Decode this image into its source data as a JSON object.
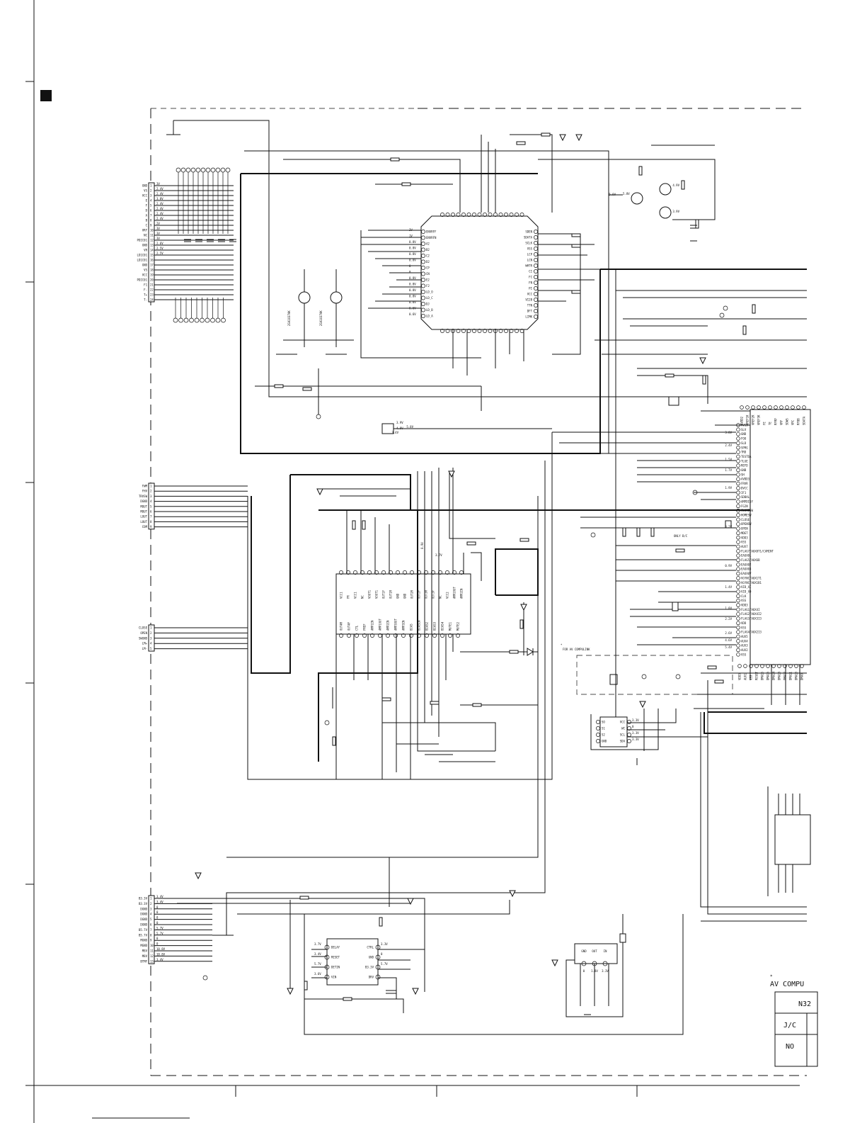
{
  "note": {
    "av_compulink_tag": "FOR AV COMPULINK",
    "only_tag": "ONLY B/C"
  },
  "connectors": {
    "pickup": [
      "GND",
      "VS",
      "VCC",
      "E",
      "F",
      "D",
      "A",
      "B",
      "C",
      "VRF",
      "NC",
      "PDIC01",
      "GND",
      "VR",
      "LD1C01",
      "LD1C01",
      "GND",
      "VS",
      "VCC",
      "PDIC01",
      "F1",
      "F-",
      "T+",
      "T-"
    ],
    "pickup_voltages": [
      "3V",
      "2.4V",
      "2.4V",
      "3.8V",
      "2.4V",
      "2.4V",
      "2.4V",
      "2.4V",
      "2V",
      "3V",
      "3V",
      "3V",
      "2.6V",
      "2.5V",
      "2.5V"
    ],
    "motor": [
      "FWM",
      "FHV",
      "TRVSW",
      "DGND",
      "MOUT",
      "MOUT",
      "LOUT",
      "LOUT",
      "COM"
    ],
    "tray": [
      "CLOSE",
      "OPEN",
      "SWGND",
      "LM+",
      "LM-"
    ],
    "power": [
      "B3.3V",
      "B3.3V",
      "DGND",
      "DGND",
      "DGND",
      "DGND",
      "B5.7V",
      "B5.7V",
      "MGND",
      "MGND",
      "M8V",
      "M8V",
      "BTMF"
    ],
    "power_voltages": [
      "3.4V",
      "3.4V",
      "0",
      "0",
      "0",
      "0",
      "5.7V",
      "5.7V",
      "0",
      "0",
      "10.8V",
      "10.8V",
      "3.4V"
    ]
  },
  "ic_rf": {
    "left_pins": [
      "ENVRFF",
      "ENVRFN",
      "A2",
      "B2",
      "C2",
      "D2",
      "CP",
      "CN",
      "E2",
      "F2",
      "LD_O",
      "LD_C",
      "DJ",
      "LD_B",
      "LD_A"
    ],
    "right_pins": [
      "SDEN",
      "SDATA",
      "SCLK",
      "VSS",
      "LCP",
      "LCN",
      "WHTR",
      "CI",
      "FC",
      "FN",
      "PI",
      "VCC",
      "VI2B",
      "TTN",
      "DFT",
      "LIMK"
    ],
    "voltages": [
      "2V",
      "1V",
      "0.8V",
      "0.8V",
      "0.8V",
      "0.8V",
      "0",
      "0",
      "0.8V",
      "0.8V",
      "0.8V",
      "0.8V",
      "0.6V",
      "0.6V",
      "0.6V"
    ]
  },
  "ic_driver": {
    "top_pins": [
      "VCC1",
      "FR",
      "VCC1",
      "NC",
      "VOUT1",
      "VOUT1",
      "OUT1F",
      "OUT1R",
      "GND",
      "GND",
      "OUT2R",
      "OUT2F",
      "OUT3R",
      "OUT3F",
      "NC",
      "VCC2",
      "AMP2OUT",
      "AMP2IN"
    ],
    "bottom_pins": [
      "OUT4R",
      "OUT4F",
      "CTL",
      "FREF",
      "AMP1IN",
      "AMP1OUT",
      "AMP2IN",
      "AMP3OUT",
      "AMP3IN",
      "BIAS",
      "BIASIN",
      "BIAS2",
      "BIAS3",
      "BIAS4",
      "MUTE1",
      "MUTE2"
    ]
  },
  "ic_dsp": {
    "pins": [
      "AVSS",
      "SLV",
      "GND",
      "FOO",
      "SLD",
      "SPRG",
      "TRD",
      "TESTDA",
      "TLGE",
      "REFD",
      "GNB",
      "SH",
      "AVDD3",
      "FRVR",
      "DVCC",
      "IF1",
      "SDBAL",
      "AMPDISY",
      "FG2N",
      "CLOSESW",
      "HOMESW",
      "CLOSE",
      "OPENSW",
      "OPEN",
      "MDET",
      "VDD3",
      "VSS",
      "AUX7",
      "FLAG7/AUX8T1/CAMINT",
      "EAUX01",
      "FLAG5/AUX6B",
      "EAUX02",
      "EAUX03",
      "EAUX0V",
      "VGYNC/AUX1T1",
      "VGYNC/AUX1B1",
      "VID_XI",
      "VID_XO",
      "CLK",
      "VSS",
      "VDD3",
      "FLAG1/AUX4I",
      "FLAG2/AUX4I2",
      "FLAG3/AUX3I3",
      "VDD",
      "VSS",
      "FLAG4/AUX2I3",
      "AUX5",
      "AUX4",
      "AUX3",
      "AUX2",
      "VSS"
    ],
    "top_pins": [
      "AVDD2",
      "VREF1K",
      "VREF2K",
      "VREF3K",
      "FE",
      "TE",
      "RFRP",
      "VRF",
      "SDWS",
      "VRC",
      "RFBB",
      "SDATA"
    ],
    "bottom_pins": [
      "VDD3",
      "AUX1",
      "VSS",
      "RESET",
      "DMA16",
      "DMA15",
      "DMA14",
      "DMA13",
      "DMA12",
      "DMA11",
      "DMA10",
      "DMA9"
    ]
  },
  "ic_eeprom": {
    "pins_left": [
      "SO",
      "S1",
      "S2",
      "GND"
    ],
    "pins_right": [
      "VCC",
      "WC",
      "SCL",
      "SDA"
    ],
    "voltages": [
      "3.3V",
      "0",
      "3.3V",
      "3.3V"
    ]
  },
  "ic_reset": {
    "left_pins": [
      "DELAY",
      "RESET",
      "DETIN",
      "VIN"
    ],
    "right_pins": [
      "CTRL",
      "GND",
      "B3.3V",
      "DRV"
    ],
    "voltages": [
      "3.7V",
      "3.4V",
      "5.7V",
      "3.6V",
      "3.3V",
      "0",
      "5.7V"
    ]
  },
  "regulator": {
    "pins": [
      "GND",
      "OUT",
      "IN"
    ],
    "voltages": [
      "0",
      "1.8V",
      "3.3V"
    ]
  },
  "transistors": [
    "2SA1037AK",
    "2SA1037AK"
  ],
  "title_block": {
    "heading": "AV COMPU",
    "part": "N32",
    "row1": "J/C",
    "row2": "NO"
  },
  "misc_voltages": [
    "5.9V",
    "4.9V",
    "3.9V",
    "5.8V",
    "3.8V",
    "3.4V",
    "2.4V",
    "1.5V",
    "1.7V",
    "1.9V",
    "3.2V",
    "0.9V",
    "1.4V",
    "1.8V",
    "2.2V",
    "2.6V",
    "4.6V",
    "5.4V"
  ]
}
